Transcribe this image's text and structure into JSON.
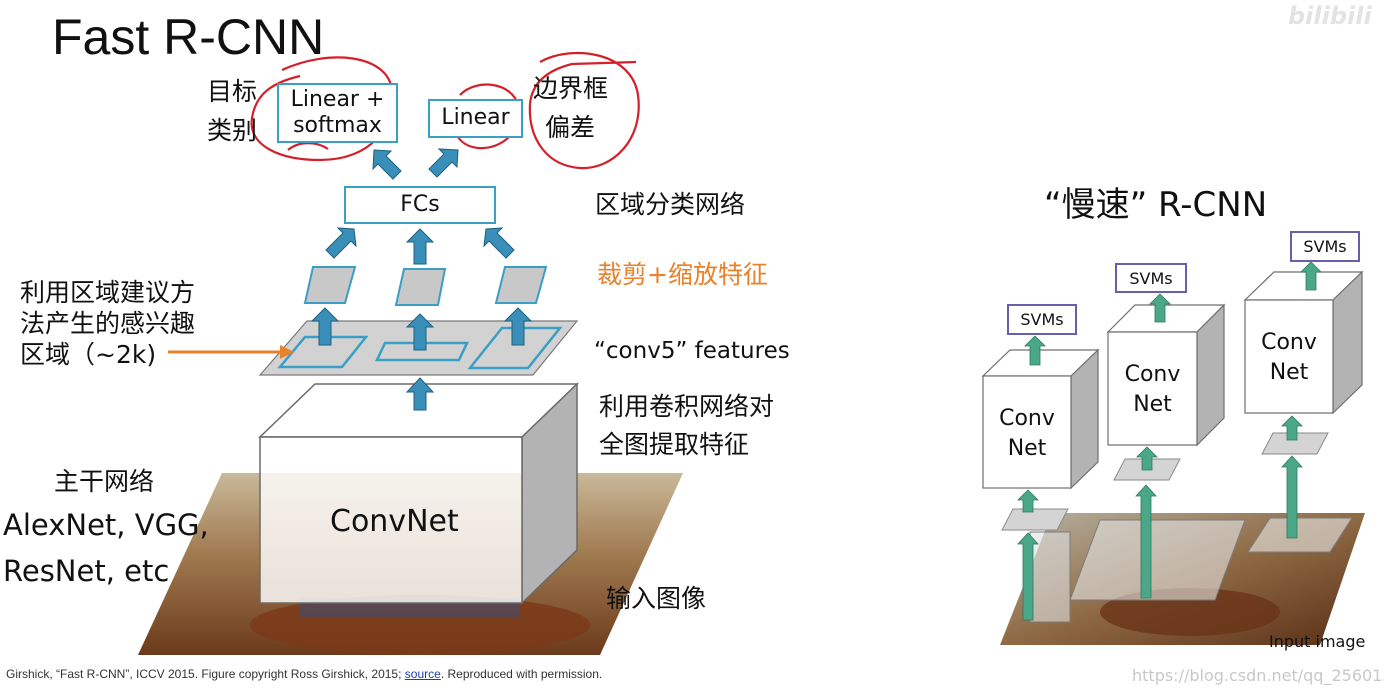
{
  "title": "Fast R-CNN",
  "left_labels": {
    "target_class": [
      "目标",
      "类别"
    ],
    "bbox_offset": [
      "边界框",
      "偏差"
    ],
    "region_net": "区域分类网络",
    "crop_resize": "裁剪+缩放特征",
    "proposals": [
      "利用区域建议方",
      "法产生的感兴趣",
      "区域（~2k)"
    ],
    "conv5": "“conv5” features",
    "conv_full": [
      "利用卷积网络对",
      "全图提取特征"
    ],
    "backbone": "主干网络",
    "backbone_examples": [
      "AlexNet, VGG,",
      "ResNet, etc"
    ],
    "input_image": "输入图像"
  },
  "boxes": {
    "linear_softmax": [
      "Linear +",
      "softmax"
    ],
    "linear": "Linear",
    "fcs": "FCs",
    "convnet": "ConvNet"
  },
  "right_diagram": {
    "title": "“慢速” R-CNN",
    "conv_nets": [
      {
        "line1": "Conv",
        "line2": "Net",
        "svm": "SVMs"
      },
      {
        "line1": "Conv",
        "line2": "Net",
        "svm": "SVMs"
      },
      {
        "line1": "Conv",
        "line2": "Net",
        "svm": "SVMs"
      }
    ],
    "input_label": "Input image"
  },
  "footer": {
    "before": "Girshick, “Fast R-CNN”, ICCV 2015. Figure copyright Ross Girshick, 2015; ",
    "link": "source",
    "after": ". Reproduced with permission."
  },
  "watermarks": {
    "url": "https://blog.csdn.net/qq_25601345",
    "logo": "bilibili"
  },
  "colors": {
    "box_border": "#3b9ec4",
    "arrow_fill": "#3a8fb8",
    "highlight_orange": "#e8812a",
    "svm_border": "#6a5ea8",
    "green_arrow": "#4aa787",
    "annotation_red": "#d4202a"
  }
}
